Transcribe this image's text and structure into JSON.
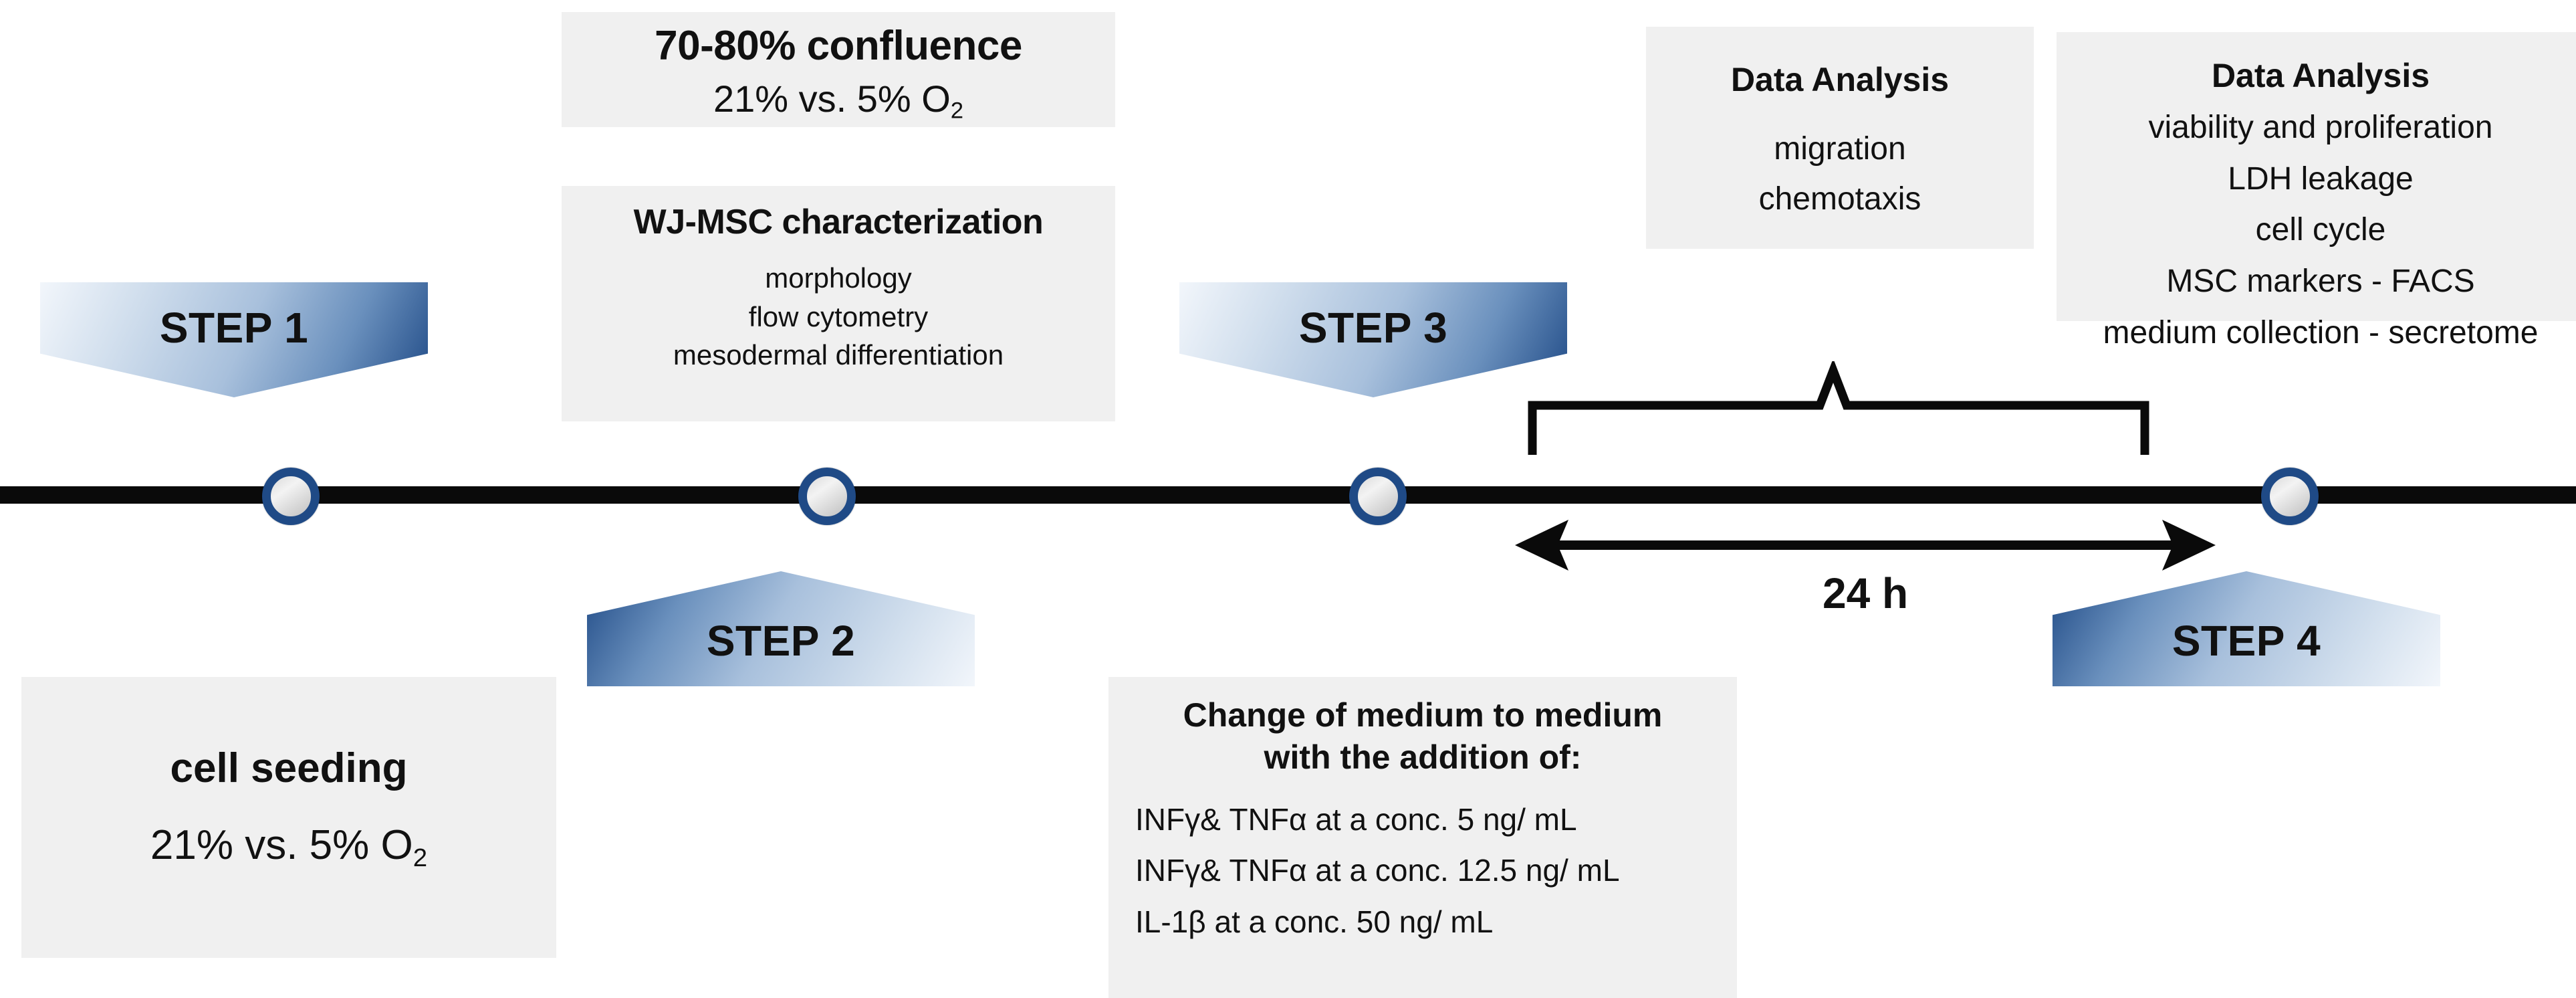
{
  "figure": {
    "title": "Experimental workflow timeline",
    "colors": {
      "box_background": "#f0f0f0",
      "banner_dark_blue": "#1f4a86",
      "banner_light_blue": "#f2f6fb",
      "timeline_black": "#0a0a0a",
      "node_ring": "#1f4a86",
      "node_fill": "#d9d9d9"
    }
  },
  "steps": [
    {
      "label": "STEP 1",
      "direction": "down"
    },
    {
      "label": "STEP 2",
      "direction": "up"
    },
    {
      "label": "STEP 3",
      "direction": "down"
    },
    {
      "label": "STEP 4",
      "direction": "up"
    }
  ],
  "boxes": {
    "confluence": {
      "title": "70-80% confluence",
      "line1_prefix": "21% vs. 5% O",
      "line1_sub": "2"
    },
    "characterization": {
      "title": "WJ-MSC characterization",
      "items": [
        "morphology",
        "flow cytometry",
        "mesodermal differentiation"
      ]
    },
    "analysis_migration": {
      "title": "Data Analysis",
      "items": [
        "migration",
        "chemotaxis"
      ]
    },
    "analysis_full": {
      "title": "Data Analysis",
      "items": [
        "viability and proliferation",
        "LDH leakage",
        "cell cycle",
        "MSC markers - FACS",
        "medium collection - secretome"
      ]
    },
    "seeding": {
      "title": "cell seeding",
      "line1_prefix": "21% vs. 5% O",
      "line1_sub": "2"
    },
    "medium": {
      "title_line1": "Change of medium to medium",
      "title_line2": "with the addition of:",
      "items": [
        "INFγ& TNFα at a conc. 5 ng/ mL",
        "INFγ& TNFα at a conc. 12.5 ng/ mL",
        "IL-1β at a conc. 50 ng/ mL"
      ]
    }
  },
  "duration": {
    "label": "24 h"
  }
}
